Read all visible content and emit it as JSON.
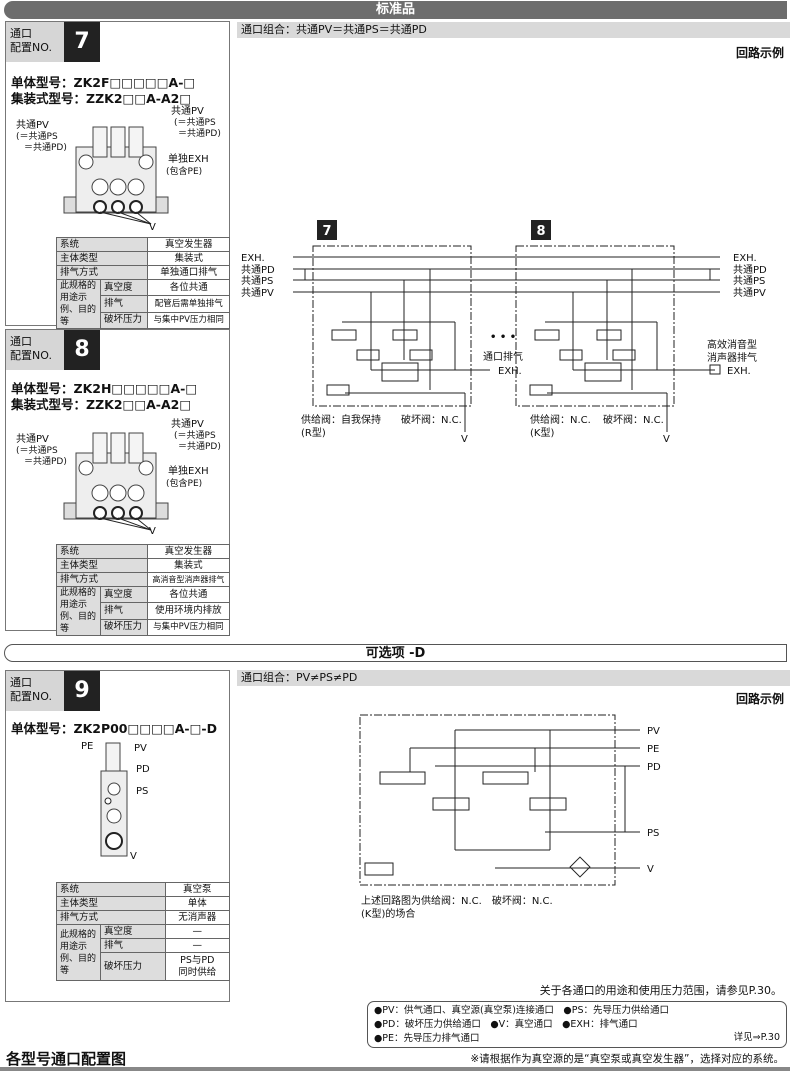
{
  "banners": {
    "standard": "标准品",
    "option": "可选项 -D"
  },
  "cards": [
    {
      "hdr1": "通口",
      "hdr2": "配置NO.",
      "num": "7",
      "single": "单体型号：ZK2F□□□□□A-□",
      "manifold": "集装式型号：ZZK2□□A-A2□",
      "labels": {
        "pv_left": "共通PV",
        "pv_left_note1": "(＝共通PS",
        "pv_left_note2": "＝共通PD)",
        "pv_right": "共通PV",
        "pv_right_note1": "(＝共通PS",
        "pv_right_note2": "＝共通PD)",
        "exh": "单独EXH",
        "exh_note": "(包含PE)",
        "v": "V"
      },
      "table": {
        "r1k": "系统",
        "r1v": "真空发生器",
        "r2k": "主体类型",
        "r2v": "集装式",
        "r3k": "排气方式",
        "r3v": "单独通口排气",
        "group": "此规格的用途示例、目的等",
        "r4k": "真空度",
        "r4v": "各位共通",
        "r5k": "排气",
        "r5v": "配管后需单独排气",
        "r6k": "破坏压力",
        "r6v": "与集中PV压力相同"
      }
    },
    {
      "hdr1": "通口",
      "hdr2": "配置NO.",
      "num": "8",
      "single": "单体型号：ZK2H□□□□□A-□",
      "manifold": "集装式型号：ZZK2□□A-A2□",
      "labels": {
        "pv_left": "共通PV",
        "pv_left_note1": "(＝共通PS",
        "pv_left_note2": "＝共通PD)",
        "pv_right": "共通PV",
        "pv_right_note1": "(＝共通PS",
        "pv_right_note2": "＝共通PD)",
        "exh": "单独EXH",
        "exh_note": "(包含PE)",
        "v": "V"
      },
      "table": {
        "r1k": "系统",
        "r1v": "真空发生器",
        "r2k": "主体类型",
        "r2v": "集装式",
        "r3k": "排气方式",
        "r3v": "高消音型消声器排气",
        "group": "此规格的用途示例、目的等",
        "r4k": "真空度",
        "r4v": "各位共通",
        "r5k": "排气",
        "r5v": "使用环境内排放",
        "r6k": "破坏压力",
        "r6v": "与集中PV压力相同"
      }
    },
    {
      "hdr1": "通口",
      "hdr2": "配置NO.",
      "num": "9",
      "single": "单体型号：ZK2P00□□□□A-□-D",
      "labels": {
        "pe": "PE",
        "pv": "PV",
        "pd": "PD",
        "ps": "PS",
        "v": "V"
      },
      "table": {
        "r1k": "系统",
        "r1v": "真空泵",
        "r2k": "主体类型",
        "r2v": "单体",
        "r3k": "排气方式",
        "r3v": "无消声器",
        "group": "此规格的用途示例、目的等",
        "r4k": "真空度",
        "r4v": "—",
        "r5k": "排气",
        "r5v": "—",
        "r6k": "破坏压力",
        "r6v1": "PS与PD",
        "r6v2": "同时供给"
      }
    }
  ],
  "section1": {
    "header": "通口组合：共通PV＝共通PS＝共通PD",
    "circuit_label": "回路示例",
    "schematic": {
      "box7": "7",
      "box8": "8",
      "left_ports": [
        "EXH.",
        "共通PD",
        "共通PS",
        "共通PV"
      ],
      "right_ports": [
        "EXH.",
        "共通PD",
        "共通PS",
        "共通PV"
      ],
      "dots": "• • •",
      "port_exh1": "通口排气",
      "port_exh_a": "EXH.",
      "muffler1": "高效消音型",
      "muffler2": "消声器排气",
      "port_exh_b": "EXH.",
      "cap7a": "供给阀：自我保持",
      "cap7b": "(R型)",
      "cap7c": "破坏阀：N.C.",
      "cap8a": "供给阀：N.C.",
      "cap8b": "(K型)",
      "cap8c": "破坏阀：N.C.",
      "v": "V"
    }
  },
  "section2": {
    "header": "通口组合：PV≠PS≠PD",
    "circuit_label": "回路示例",
    "schematic": {
      "ports": [
        "PV",
        "PE",
        "PD",
        "PS",
        "V"
      ],
      "cap1": "上述回路图为供给阀：N.C.　破坏阀：N.C.",
      "cap2": "(K型)的场合"
    }
  },
  "footer": {
    "ref": "关于各通口的用途和使用压力范围，请参见P.30。",
    "legend": [
      "●PV：供气通口、真空源(真空泵)连接通口　●PS：先导压力供给通口",
      "●PD：破坏压力供给通口　●V：真空通口　●EXH：排气通口",
      "●PE：先导压力排气通口"
    ],
    "legend_ref": "详见⇒P.30",
    "note": "※请根据作为真空源的是“真空泵或真空发生器”，选择对应的系统。",
    "page_title": "各型号通口配置图"
  }
}
